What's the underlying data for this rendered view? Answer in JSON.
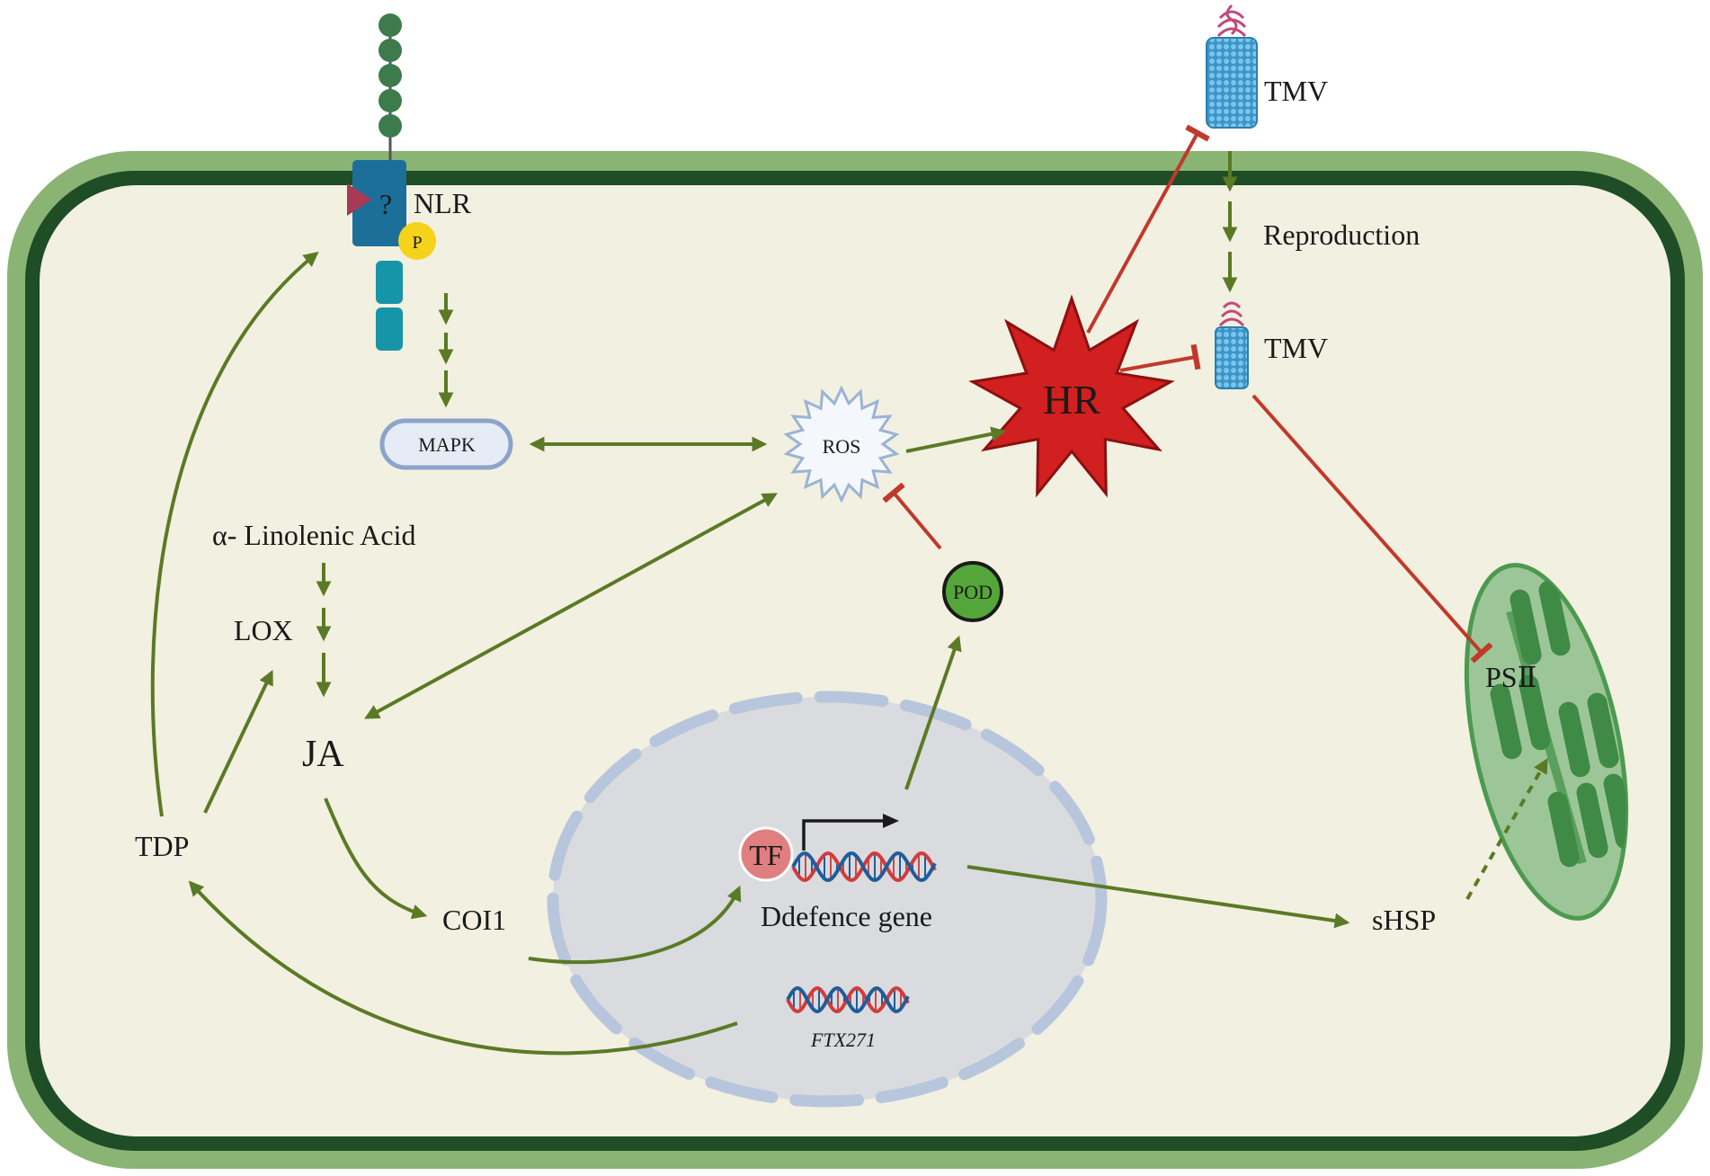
{
  "labels": {
    "nlr": "NLR",
    "receptor_unknown": "?",
    "phospho": "P",
    "mapk": "MAPK",
    "ros": "ROS",
    "hr": "HR",
    "tmv_outer": "TMV",
    "tmv_inner": "TMV",
    "reproduction": "Reproduction",
    "linolenic": "α- Linolenic Acid",
    "lox": "LOX",
    "ja": "JA",
    "coi1": "COI1",
    "tdp": "TDP",
    "tf": "TF",
    "defence_gene": "Ddefence gene",
    "ftx271": "FTX271",
    "pod": "POD",
    "shsp": "sHSP",
    "psii": "PSⅡ"
  },
  "colors": {
    "activation": "#5a7a25",
    "inhibition": "#c0392b",
    "cell_wall_outer": "#8ab474",
    "cell_wall_inner": "#1e4d26",
    "cytoplasm": "#f2f0e0",
    "nucleus": "#d9dbde",
    "nuclear_pore": "#b8c6dd",
    "hr_star": "#d21f1f",
    "chloroplast": "#9dc698",
    "thylakoid": "#3f8a45",
    "pod": "#54a63a",
    "tf": "#e07f7f",
    "phospho": "#f5d21c",
    "receptor": "#1b6f99",
    "mapk_fill": "#e6ecf6",
    "mapk_stroke": "#8da3cc",
    "tmv": "#4aa6d8",
    "tmv_rna": "#c2487a"
  },
  "icons": {
    "receptor": "nlr-receptor-icon",
    "virus": "tmv-virion-icon",
    "dna": "dna-double-helix-icon",
    "chloroplast": "chloroplast-icon",
    "burst": "ros-burst-icon",
    "star": "hr-star-icon"
  }
}
